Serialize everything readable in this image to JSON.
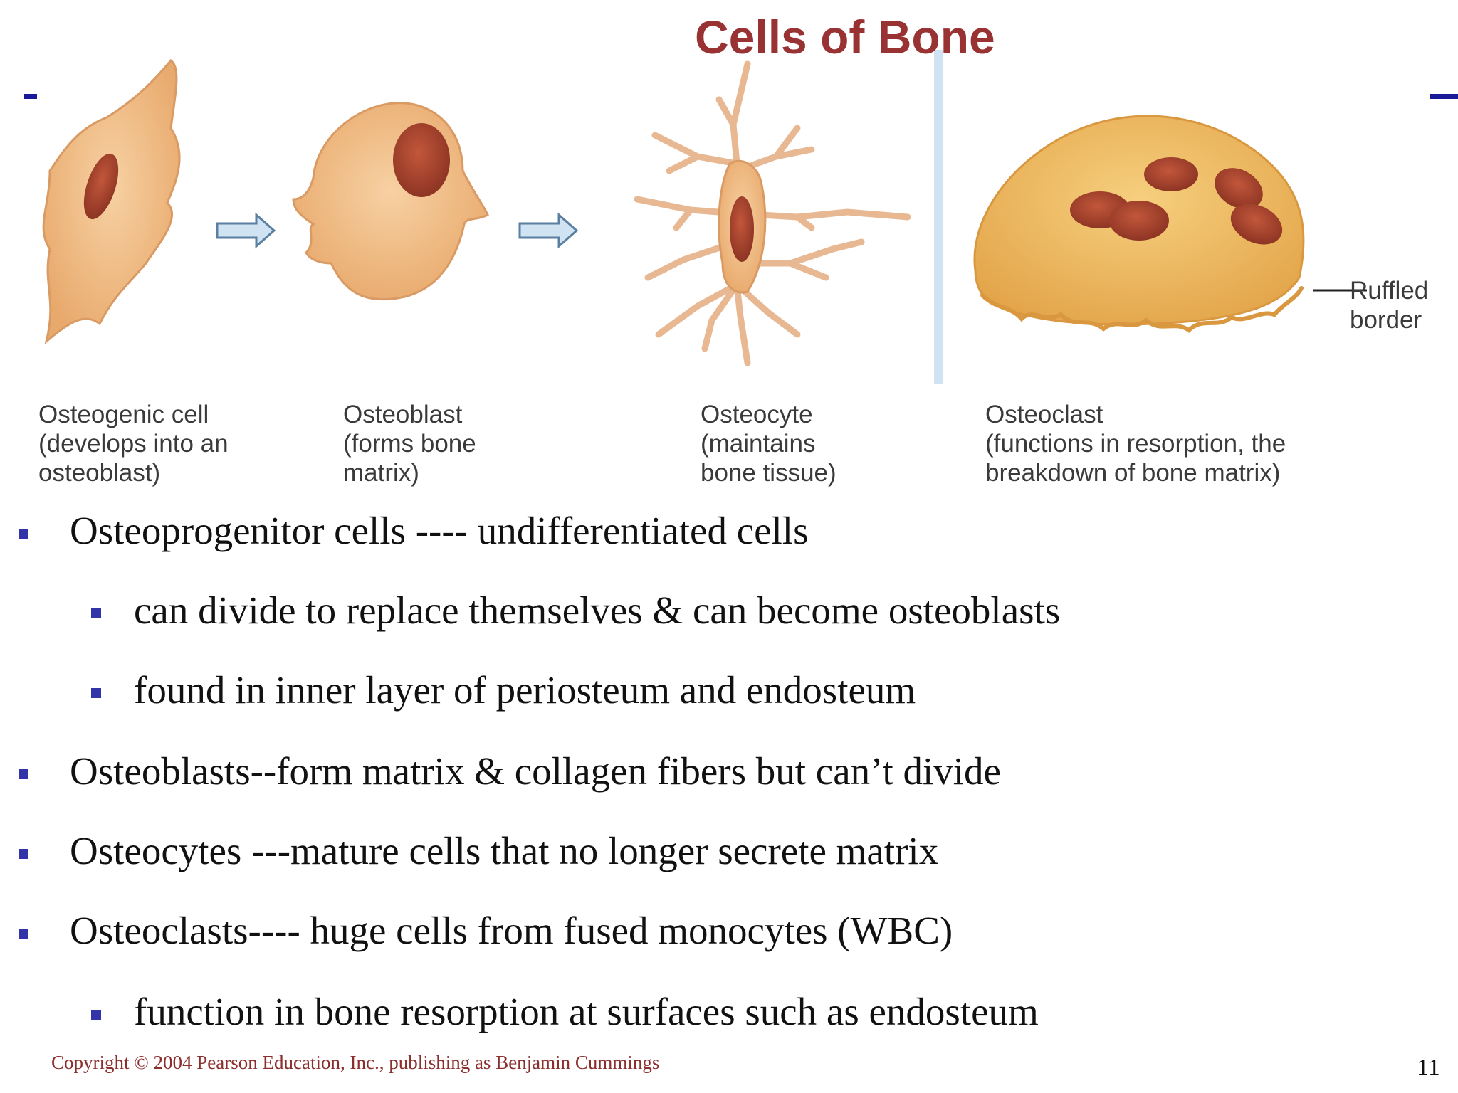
{
  "slide": {
    "title": "Cells of Bone",
    "page_number": "11",
    "copyright": "Copyright © 2004 Pearson Education, Inc., publishing as Benjamin Cummings"
  },
  "figure": {
    "cells": [
      {
        "name": "Osteogenic cell",
        "lines": [
          "Osteogenic cell",
          "(develops into an",
          "osteoblast)"
        ]
      },
      {
        "name": "Osteoblast",
        "lines": [
          "Osteoblast",
          "(forms bone",
          "matrix)"
        ]
      },
      {
        "name": "Osteocyte",
        "lines": [
          "Osteocyte",
          "(maintains",
          "bone tissue)"
        ]
      },
      {
        "name": "Osteoclast",
        "lines": [
          "Osteoclast",
          "(functions in resorption, the",
          "breakdown of bone matrix)"
        ]
      }
    ],
    "ruffled_border_label": [
      "Ruffled",
      "border"
    ]
  },
  "bullets": [
    {
      "level": 1,
      "text": "Osteoprogenitor cells ---- undifferentiated cells"
    },
    {
      "level": 2,
      "text": "can divide to replace themselves & can become osteoblasts"
    },
    {
      "level": 2,
      "text": "found in inner layer of periosteum and endosteum"
    },
    {
      "level": 1,
      "text": "Osteoblasts--form matrix & collagen fibers but can’t divide"
    },
    {
      "level": 1,
      "text": "Osteocytes ---mature cells that no longer secrete matrix"
    },
    {
      "level": 1,
      "text": "Osteoclasts---- huge cells from fused monocytes (WBC)"
    },
    {
      "level": 2,
      "text": "function in bone resorption at surfaces such as endosteum"
    }
  ],
  "colors": {
    "title": "#993333",
    "bullet_marker": "#3333aa",
    "copyright": "#8b2e2e",
    "cell_fill": "#f3c48f",
    "nucleus": "#a8452e"
  }
}
